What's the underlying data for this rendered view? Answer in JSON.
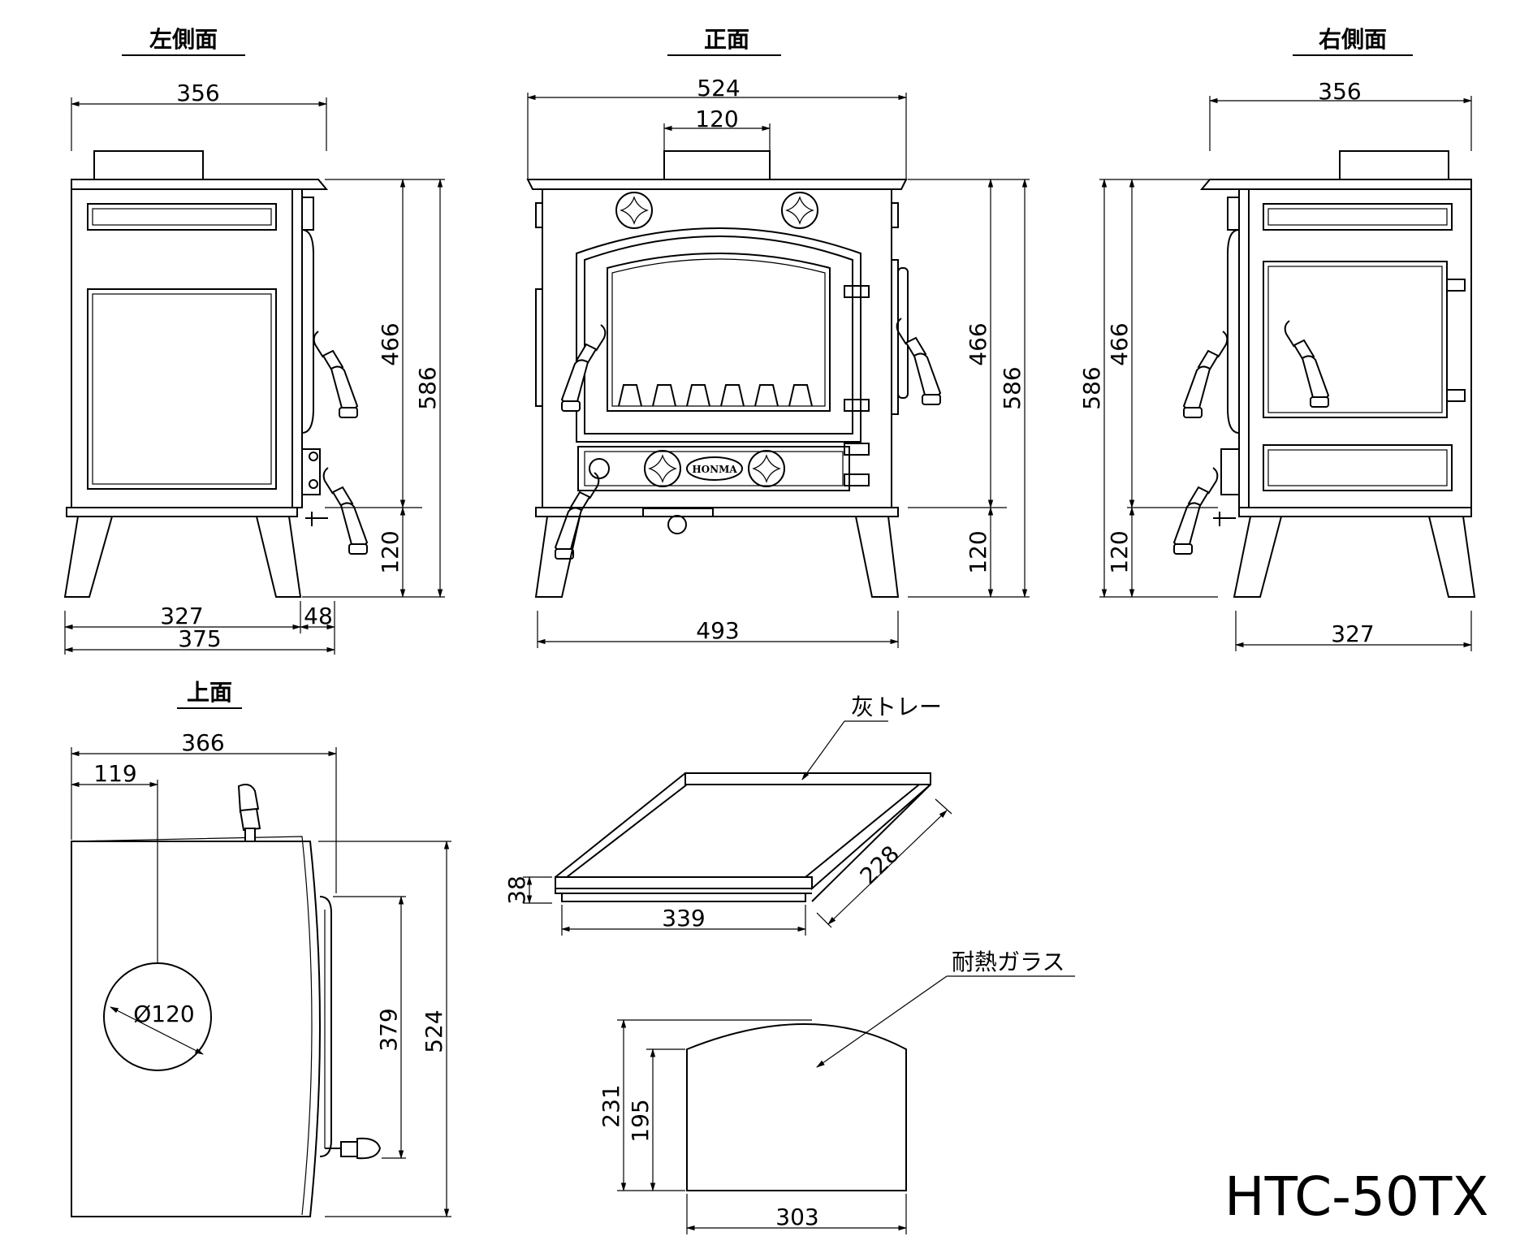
{
  "model": "HTC-50TX",
  "views": {
    "left": "左側面",
    "front": "正面",
    "right": "右側面",
    "top": "上面"
  },
  "parts": {
    "ash_tray": "灰トレー",
    "glass": "耐熱ガラス"
  },
  "badge": "HONMA",
  "dims": {
    "left_width": "356",
    "left_height_body": "466",
    "left_height_total": "586",
    "left_leg": "120",
    "left_base": "327",
    "left_ext": "48",
    "left_total": "375",
    "front_width": "524",
    "front_flue": "120",
    "front_height_body": "466",
    "front_height_total": "586",
    "front_leg": "120",
    "front_base": "493",
    "right_width": "356",
    "right_height_body": "466",
    "right_height_total": "586",
    "right_leg": "120",
    "right_base": "327",
    "top_width": "366",
    "top_flue_offset": "119",
    "top_flue_dia": "Ø120",
    "top_depth_inner": "379",
    "top_depth": "524",
    "tray_height": "38",
    "tray_width": "339",
    "tray_depth": "228",
    "glass_height": "231",
    "glass_height_side": "195",
    "glass_width": "303"
  }
}
